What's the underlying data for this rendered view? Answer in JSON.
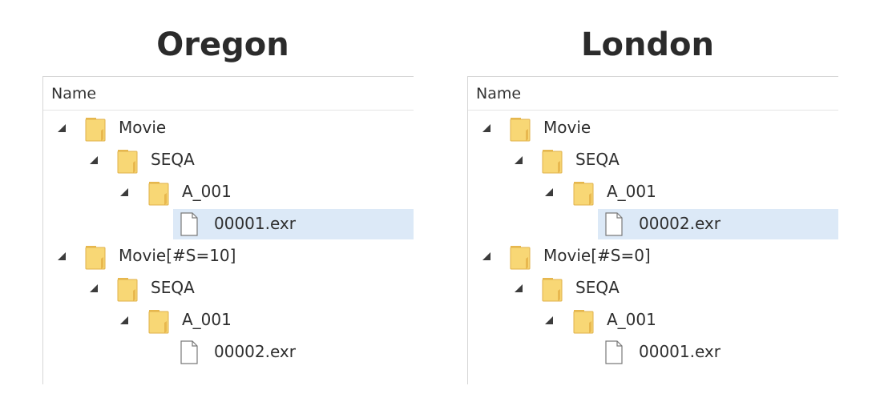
{
  "panels": [
    {
      "title": "Oregon",
      "column_header": "Name",
      "tree": [
        {
          "label": "Movie",
          "type": "folder",
          "expanded": true
        },
        {
          "label": "SEQA",
          "type": "folder",
          "expanded": true
        },
        {
          "label": "A_001",
          "type": "folder",
          "expanded": true
        },
        {
          "label": "00001.exr",
          "type": "file",
          "selected": true
        },
        {
          "label": "Movie[#S=10]",
          "type": "folder",
          "expanded": true
        },
        {
          "label": "SEQA",
          "type": "folder",
          "expanded": true
        },
        {
          "label": "A_001",
          "type": "folder",
          "expanded": true
        },
        {
          "label": "00002.exr",
          "type": "file",
          "selected": false
        }
      ]
    },
    {
      "title": "London",
      "column_header": "Name",
      "tree": [
        {
          "label": "Movie",
          "type": "folder",
          "expanded": true
        },
        {
          "label": "SEQA",
          "type": "folder",
          "expanded": true
        },
        {
          "label": "A_001",
          "type": "folder",
          "expanded": true
        },
        {
          "label": "00002.exr",
          "type": "file",
          "selected": true
        },
        {
          "label": "Movie[#S=0]",
          "type": "folder",
          "expanded": true
        },
        {
          "label": "SEQA",
          "type": "folder",
          "expanded": true
        },
        {
          "label": "A_001",
          "type": "folder",
          "expanded": true
        },
        {
          "label": "00001.exr",
          "type": "file",
          "selected": false
        }
      ]
    }
  ],
  "icons": {
    "expand": "expanded-arrow-icon",
    "folder": "folder-icon",
    "file": "file-icon"
  },
  "colors": {
    "folder_fill": "#f8d775",
    "folder_stroke": "#e0b24a",
    "selection": "#dce9f7"
  }
}
